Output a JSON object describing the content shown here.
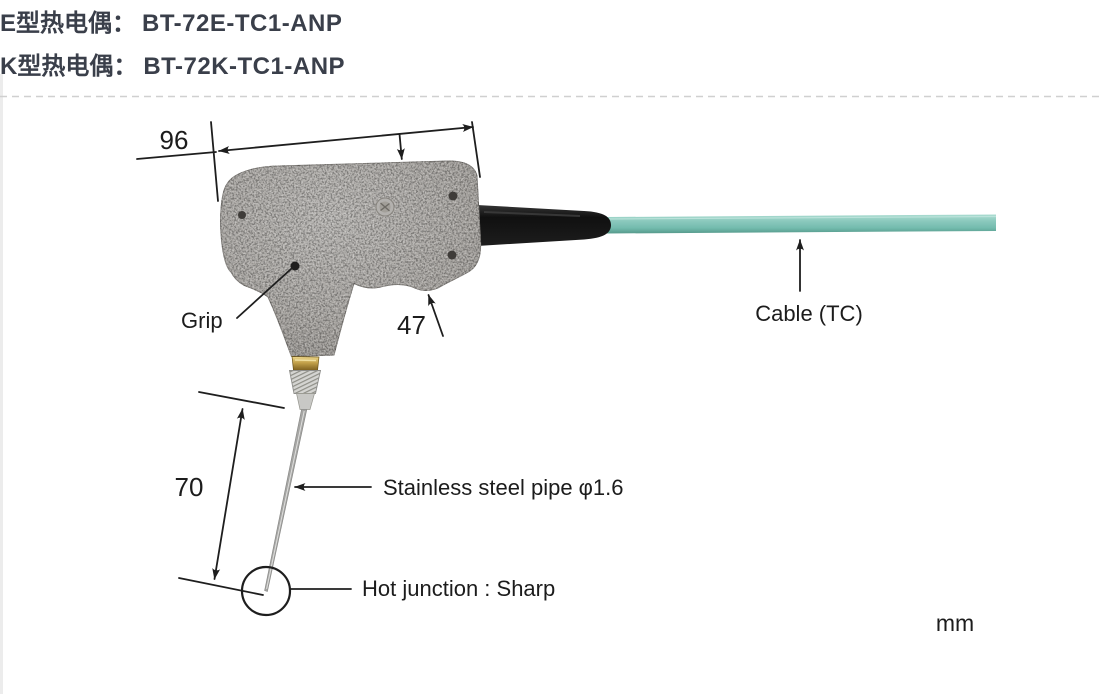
{
  "header": {
    "models": [
      {
        "type_label": "E型热电偶：",
        "model_number": "BT-72E-TC1-ANP"
      },
      {
        "type_label": "K型热电偶：",
        "model_number": "BT-72K-TC1-ANP"
      }
    ],
    "text_color": "#3a3f4a"
  },
  "diagram": {
    "dimensions": {
      "grip_width": "96",
      "grip_height": "47",
      "pipe_length": "70"
    },
    "labels": {
      "grip": "Grip",
      "cable": "Cable (TC)",
      "pipe": "Stainless steel pipe φ1.6",
      "hot_junction": "Hot junction : Sharp",
      "unit": "mm"
    },
    "colors": {
      "cable_teal": "#7abfb2",
      "grip_gray": "#a9a7a4",
      "boot_black": "#161616",
      "brass_gold": "#c9a84c",
      "annotation_black": "#1e1e1e",
      "divider_gray": "#d0d0d0"
    }
  }
}
